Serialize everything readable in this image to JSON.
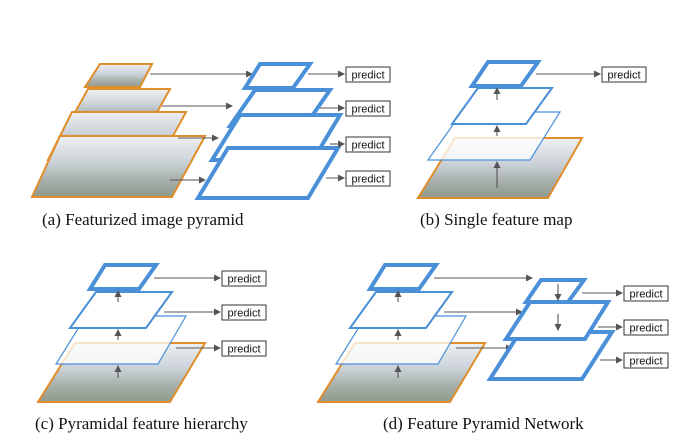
{
  "colors": {
    "feature_stroke": "#4a90d9",
    "image_stroke": "#e08e2b",
    "arrow": "#555555",
    "text": "#111111"
  },
  "predict_label": "predict",
  "panels": {
    "a": {
      "caption": "(a) Featurized image pyramid"
    },
    "b": {
      "caption": "(b) Single feature map"
    },
    "c": {
      "caption": "(c) Pyramidal feature hierarchy"
    },
    "d": {
      "caption": "(d) Feature Pyramid Network"
    }
  }
}
